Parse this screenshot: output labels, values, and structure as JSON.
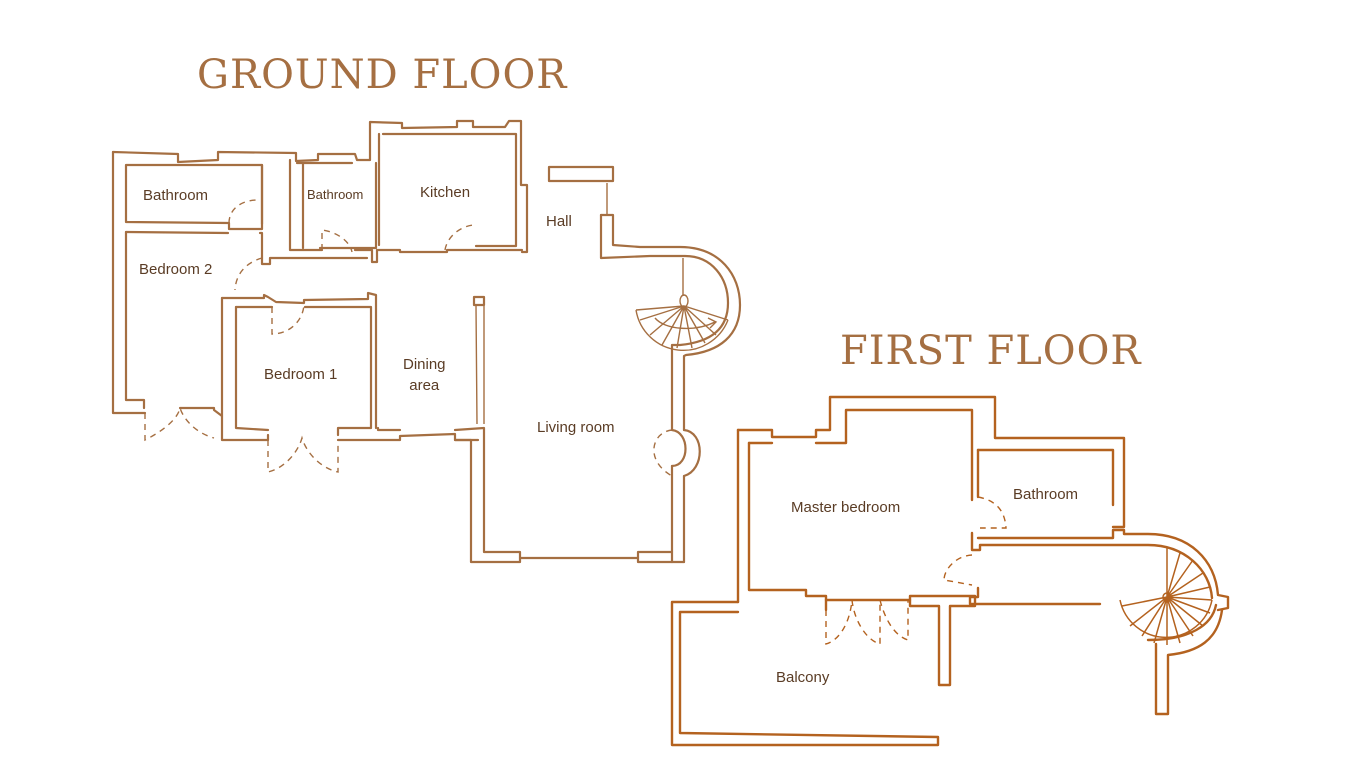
{
  "colors": {
    "ground_floor_line": "#a56f42",
    "first_floor_line": "#b4621f",
    "title": "#a56f42",
    "label": "#5a3c25",
    "background": "#ffffff"
  },
  "ground_floor": {
    "title": "GROUND FLOOR",
    "rooms": [
      {
        "id": "bathroom-1",
        "label": "Bathroom"
      },
      {
        "id": "bathroom-2",
        "label": "Bathroom"
      },
      {
        "id": "kitchen",
        "label": "Kitchen"
      },
      {
        "id": "hall",
        "label": "Hall"
      },
      {
        "id": "bedroom-2",
        "label": "Bedroom 2"
      },
      {
        "id": "bedroom-1",
        "label": "Bedroom 1"
      },
      {
        "id": "dining",
        "label_line1": "Dining",
        "label_line2": "area"
      },
      {
        "id": "living",
        "label": "Living room"
      }
    ],
    "features": [
      "spiral-staircase",
      "doors"
    ]
  },
  "first_floor": {
    "title": "FIRST FLOOR",
    "rooms": [
      {
        "id": "master-bedroom",
        "label": "Master bedroom"
      },
      {
        "id": "bathroom",
        "label": "Bathroom"
      },
      {
        "id": "balcony",
        "label": "Balcony"
      }
    ],
    "features": [
      "spiral-staircase",
      "doors"
    ]
  }
}
